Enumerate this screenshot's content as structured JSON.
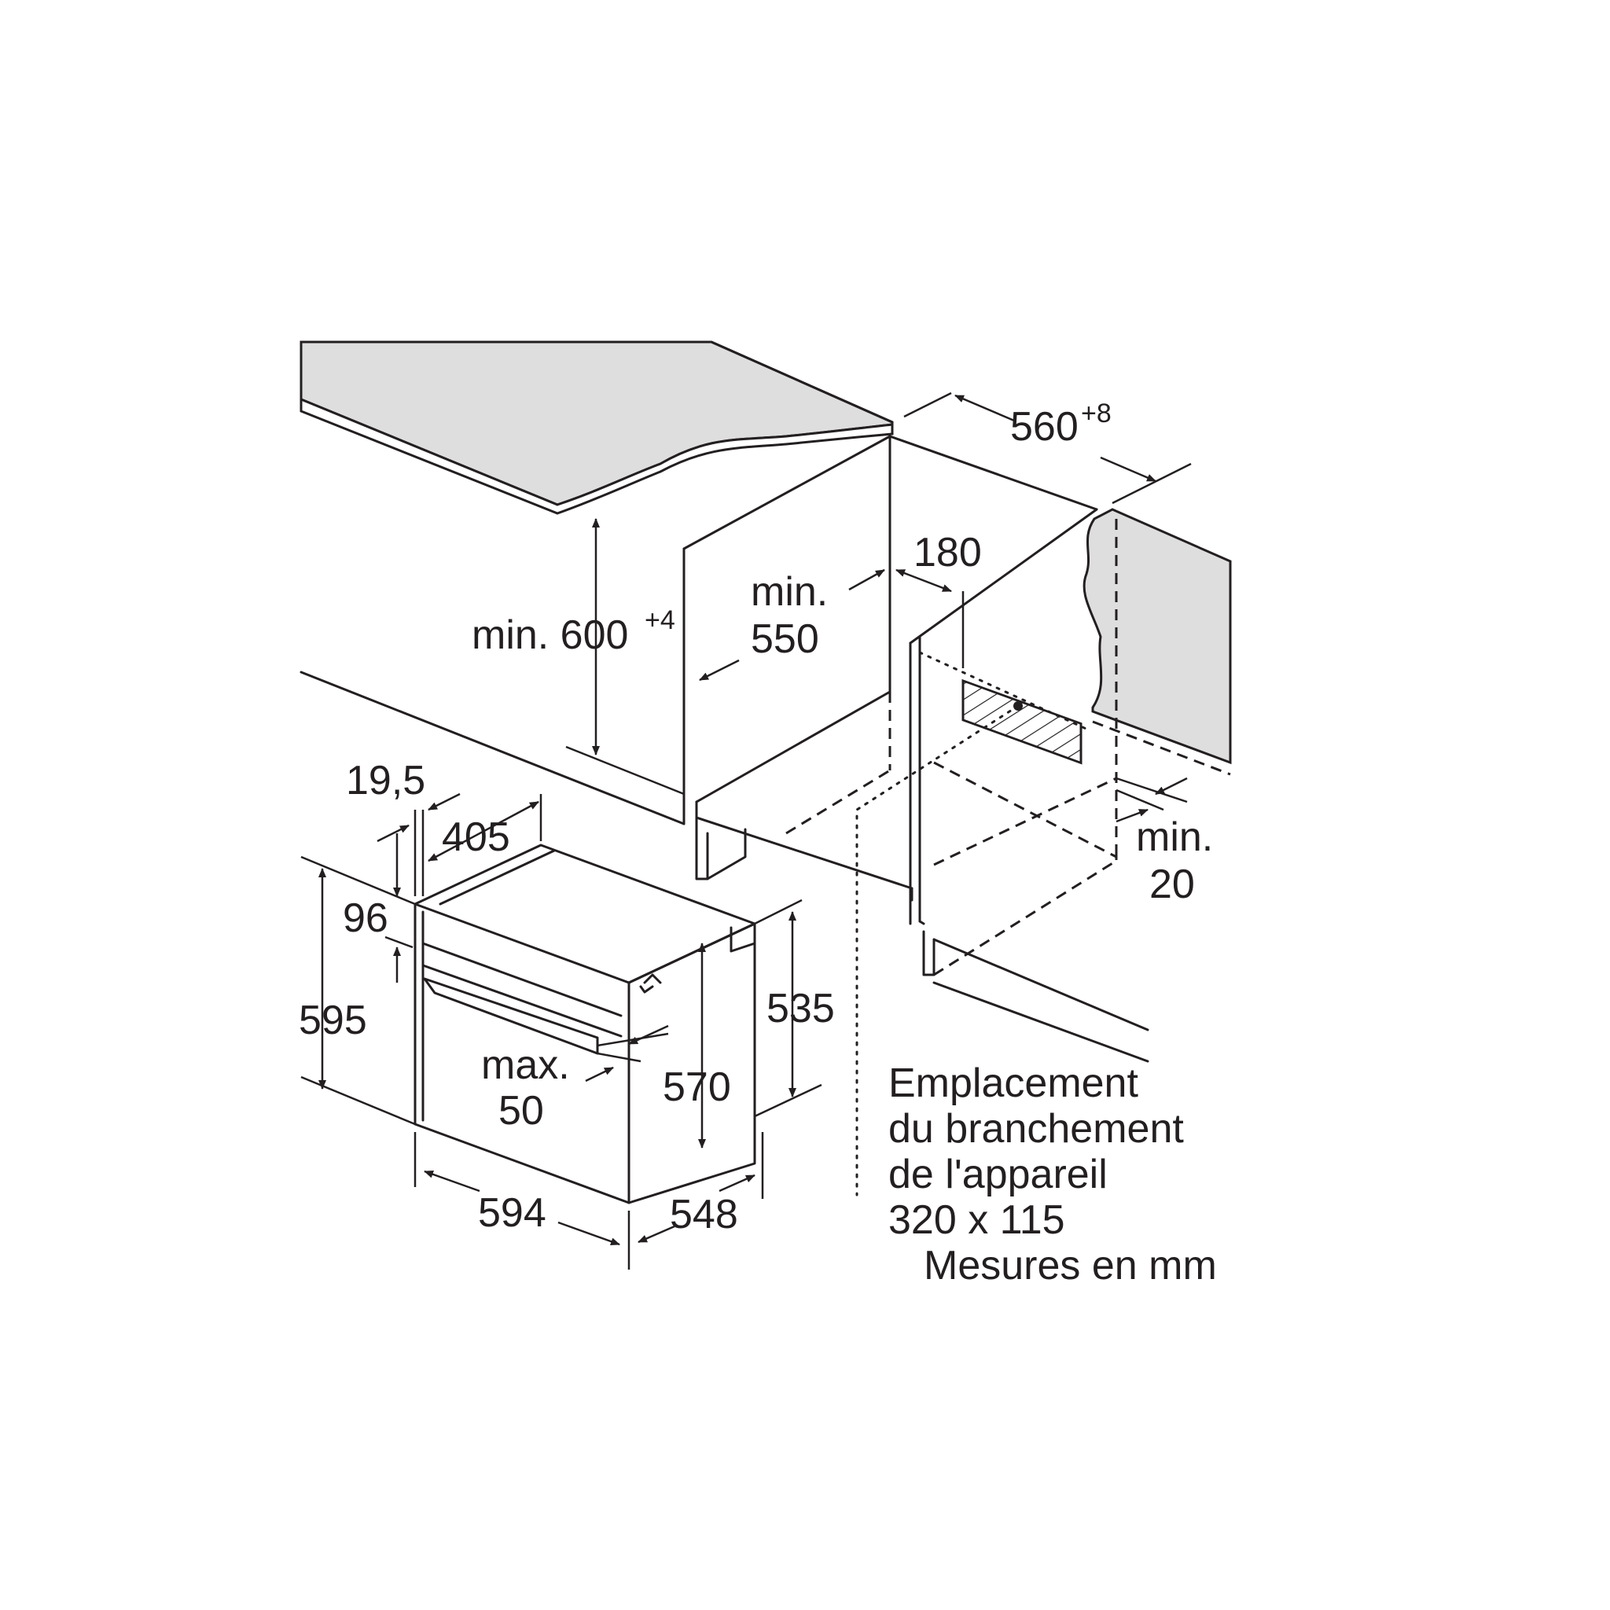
{
  "dimensions": {
    "niche_width": "560",
    "niche_width_tol": "+8",
    "niche_height_prefix": "min. 600",
    "niche_height_tol": "+4",
    "niche_depth_min": "min.",
    "niche_depth_value": "550",
    "socket_offset": "180",
    "gap_min_label": "min.",
    "gap_min_value": "20",
    "front_offset": "19,5",
    "top_depth": "405",
    "panel_height": "96",
    "oven_height": "595",
    "body_height_side": "535",
    "body_height_front": "570",
    "handle_label": "max.",
    "handle_value": "50",
    "oven_width": "594",
    "oven_depth": "548"
  },
  "notes": {
    "line1": "Emplacement",
    "line2": "du branchement",
    "line3": "de l'appareil",
    "line4": "320 x 115",
    "units": "Mesures en mm"
  }
}
